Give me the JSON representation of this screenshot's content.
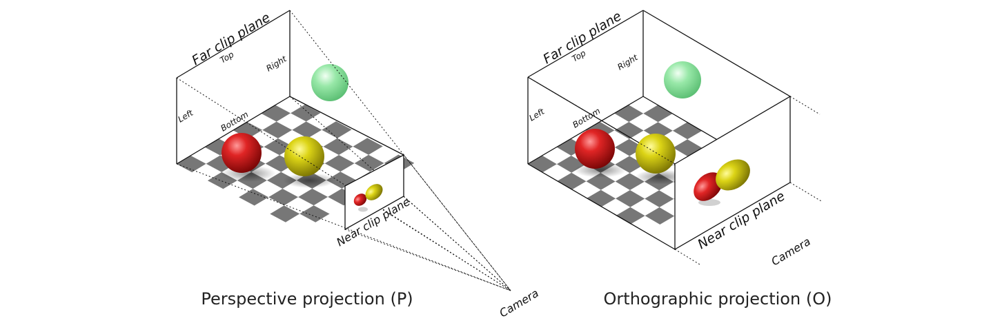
{
  "diagrams": [
    {
      "caption": "Perspective projection (P)",
      "far_clip_label": "Far clip plane",
      "near_clip_label": "Near clip plane",
      "top_label": "Top",
      "right_label": "Right",
      "left_label": "Left",
      "bottom_label": "Bottom",
      "camera_label": "Camera"
    },
    {
      "caption": "Orthographic projection (O)",
      "far_clip_label": "Far clip plane",
      "near_clip_label": "Near clip plane",
      "top_label": "Top",
      "right_label": "Right",
      "left_label": "Left",
      "bottom_label": "Bottom",
      "camera_label": "Camera"
    }
  ],
  "colors": {
    "red_sphere": "#d01a1a",
    "yellow_sphere": "#d8d010",
    "green_sphere": "#8fe6a0",
    "checker_dark": "#777777",
    "checker_light": "#ffffff",
    "line": "#111111"
  }
}
